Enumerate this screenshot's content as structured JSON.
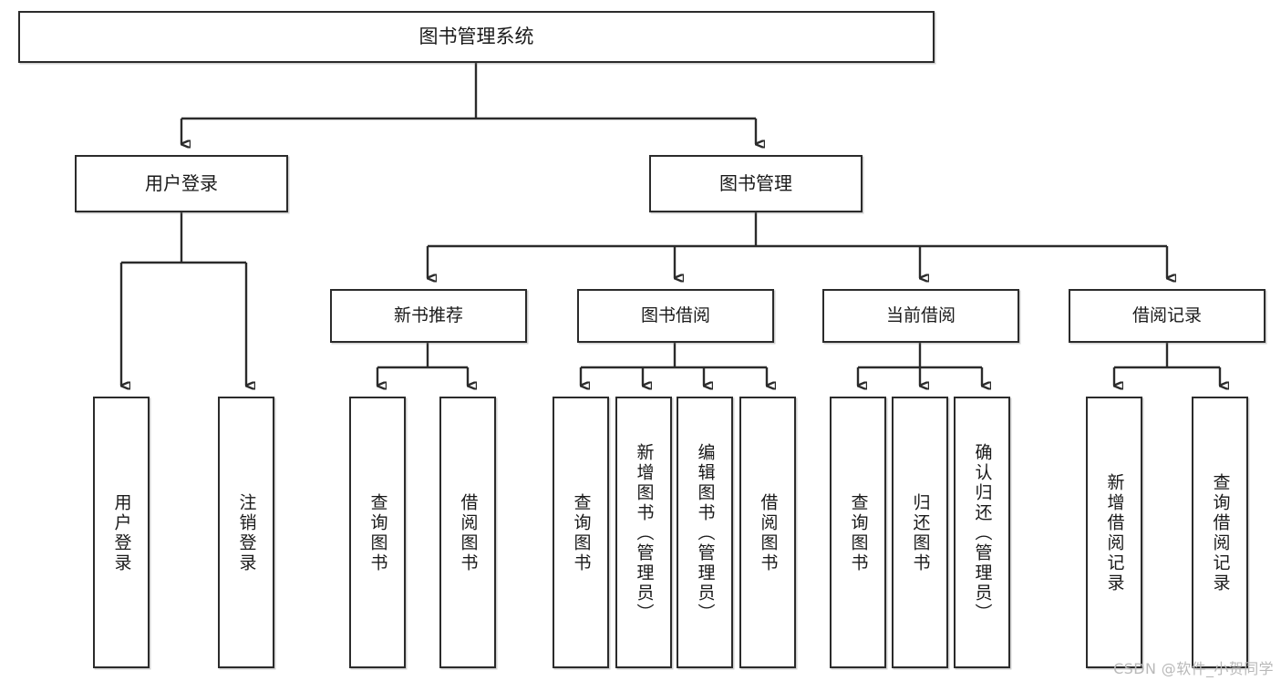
{
  "chart_data": {
    "type": "diagram",
    "title": "图书管理系统",
    "diagram_kind": "功能结构图 / tree",
    "root": "图书管理系统",
    "levels": 4,
    "edge_style": "orthogonal-arrow",
    "nodes": [
      {
        "id": "root",
        "label": "图书管理系统",
        "level": 1,
        "parent": null
      },
      {
        "id": "login",
        "label": "用户登录",
        "level": 2,
        "parent": "root"
      },
      {
        "id": "bookmgmt",
        "label": "图书管理",
        "level": 2,
        "parent": "root"
      },
      {
        "id": "newbook",
        "label": "新书推荐",
        "level": 3,
        "parent": "bookmgmt"
      },
      {
        "id": "borrow",
        "label": "图书借阅",
        "level": 3,
        "parent": "bookmgmt"
      },
      {
        "id": "current",
        "label": "当前借阅",
        "level": 3,
        "parent": "bookmgmt"
      },
      {
        "id": "records",
        "label": "借阅记录",
        "level": 3,
        "parent": "bookmgmt"
      },
      {
        "id": "l1",
        "label": "用户登录",
        "level": 4,
        "parent": "login"
      },
      {
        "id": "l2",
        "label": "注销登录",
        "level": 4,
        "parent": "login"
      },
      {
        "id": "l3",
        "label": "查询图书",
        "level": 4,
        "parent": "newbook"
      },
      {
        "id": "l4",
        "label": "借阅图书",
        "level": 4,
        "parent": "newbook"
      },
      {
        "id": "l5",
        "label": "查询图书",
        "level": 4,
        "parent": "borrow"
      },
      {
        "id": "l6",
        "label": "新增图书（管理员）",
        "level": 4,
        "parent": "borrow"
      },
      {
        "id": "l7",
        "label": "编辑图书（管理员）",
        "level": 4,
        "parent": "borrow"
      },
      {
        "id": "l8",
        "label": "借阅图书",
        "level": 4,
        "parent": "borrow"
      },
      {
        "id": "l9",
        "label": "查询图书",
        "level": 4,
        "parent": "current"
      },
      {
        "id": "l10",
        "label": "归还图书",
        "level": 4,
        "parent": "current"
      },
      {
        "id": "l11",
        "label": "确认归还（管理员）",
        "level": 4,
        "parent": "current"
      },
      {
        "id": "l12",
        "label": "新增借阅记录",
        "level": 4,
        "parent": "records"
      },
      {
        "id": "l13",
        "label": "查询借阅记录",
        "level": 4,
        "parent": "records"
      }
    ],
    "colors": {
      "stroke": "#2b2b2b",
      "fill": "#ffffff",
      "text": "#1a1a1a",
      "watermark": "#b9b9b9"
    }
  },
  "diagram": {
    "root": {
      "label": "图书管理系统"
    },
    "level2": {
      "login": {
        "label": "用户登录"
      },
      "bookmgmt": {
        "label": "图书管理"
      }
    },
    "level3": {
      "newbook": {
        "label": "新书推荐"
      },
      "borrow": {
        "label": "图书借阅"
      },
      "current": {
        "label": "当前借阅"
      },
      "records": {
        "label": "借阅记录"
      }
    },
    "leaves": {
      "login_1": {
        "label": "用户登录"
      },
      "login_2": {
        "label": "注销登录"
      },
      "newbook_1": {
        "label": "查询图书"
      },
      "newbook_2": {
        "label": "借阅图书"
      },
      "borrow_1": {
        "label": "查询图书"
      },
      "borrow_2": {
        "label": "新增图书（管理员）"
      },
      "borrow_3": {
        "label": "编辑图书（管理员）"
      },
      "borrow_4": {
        "label": "借阅图书"
      },
      "current_1": {
        "label": "查询图书"
      },
      "current_2": {
        "label": "归还图书"
      },
      "current_3": {
        "label": "确认归还（管理员）"
      },
      "records_1": {
        "label": "新增借阅记录"
      },
      "records_2": {
        "label": "查询借阅记录"
      }
    }
  },
  "watermark": {
    "text": "CSDN @软件_小贺同学"
  }
}
